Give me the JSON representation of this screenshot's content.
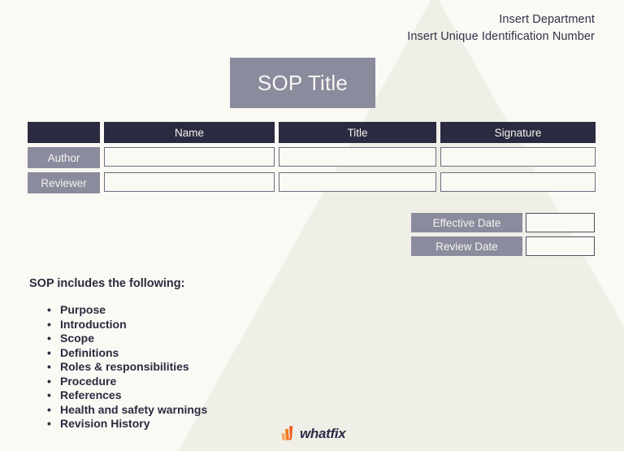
{
  "document": {
    "background_color": "#faf9f4",
    "accent_dark": "#2a2a40",
    "accent_muted": "#8b8b9e",
    "brand_orange": "#f47b20"
  },
  "header": {
    "department_line": "Insert Department",
    "identification_line": "Insert Unique Identification Number"
  },
  "title_block": {
    "title": "SOP Title"
  },
  "signatory_table": {
    "columns": [
      "",
      "Name",
      "Title",
      "Signature"
    ],
    "rows": [
      {
        "label": "Author",
        "name": "",
        "title": "",
        "signature": ""
      },
      {
        "label": "Reviewer",
        "name": "",
        "title": "",
        "signature": ""
      }
    ]
  },
  "date_block": {
    "fields": [
      {
        "label": "Effective Date",
        "value": ""
      },
      {
        "label": "Review Date",
        "value": ""
      }
    ]
  },
  "sop_contents": {
    "heading": "SOP includes the following:",
    "items": [
      "Purpose",
      "Introduction",
      "Scope",
      "Definitions",
      "Roles & responsibilities",
      "Procedure",
      "References",
      "Health and safety warnings",
      "Revision History"
    ]
  },
  "footer": {
    "brand_name": "whatfix",
    "logo_icon": "whatfix-mark-icon"
  }
}
